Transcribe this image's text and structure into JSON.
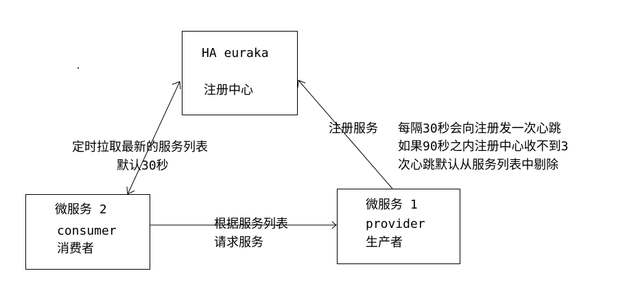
{
  "registry": {
    "title": "HA euraka",
    "subtitle": "注册中心"
  },
  "consumer": {
    "title": "微服务 2",
    "name": "consumer",
    "role": "消费者"
  },
  "provider": {
    "title": "微服务 1",
    "name": "provider",
    "role": "生产者"
  },
  "edges": {
    "pull": {
      "line1": "定时拉取最新的服务列表",
      "line2": "默认30秒"
    },
    "register": {
      "label": "注册服务",
      "line1": "每隔30秒会向注册发一次心跳",
      "line2": "如果90秒之内注册中心收不到3",
      "line3": "次心跳默认从服务列表中剔除"
    },
    "request": {
      "line1": "根据服务列表",
      "line2": "请求服务"
    }
  }
}
